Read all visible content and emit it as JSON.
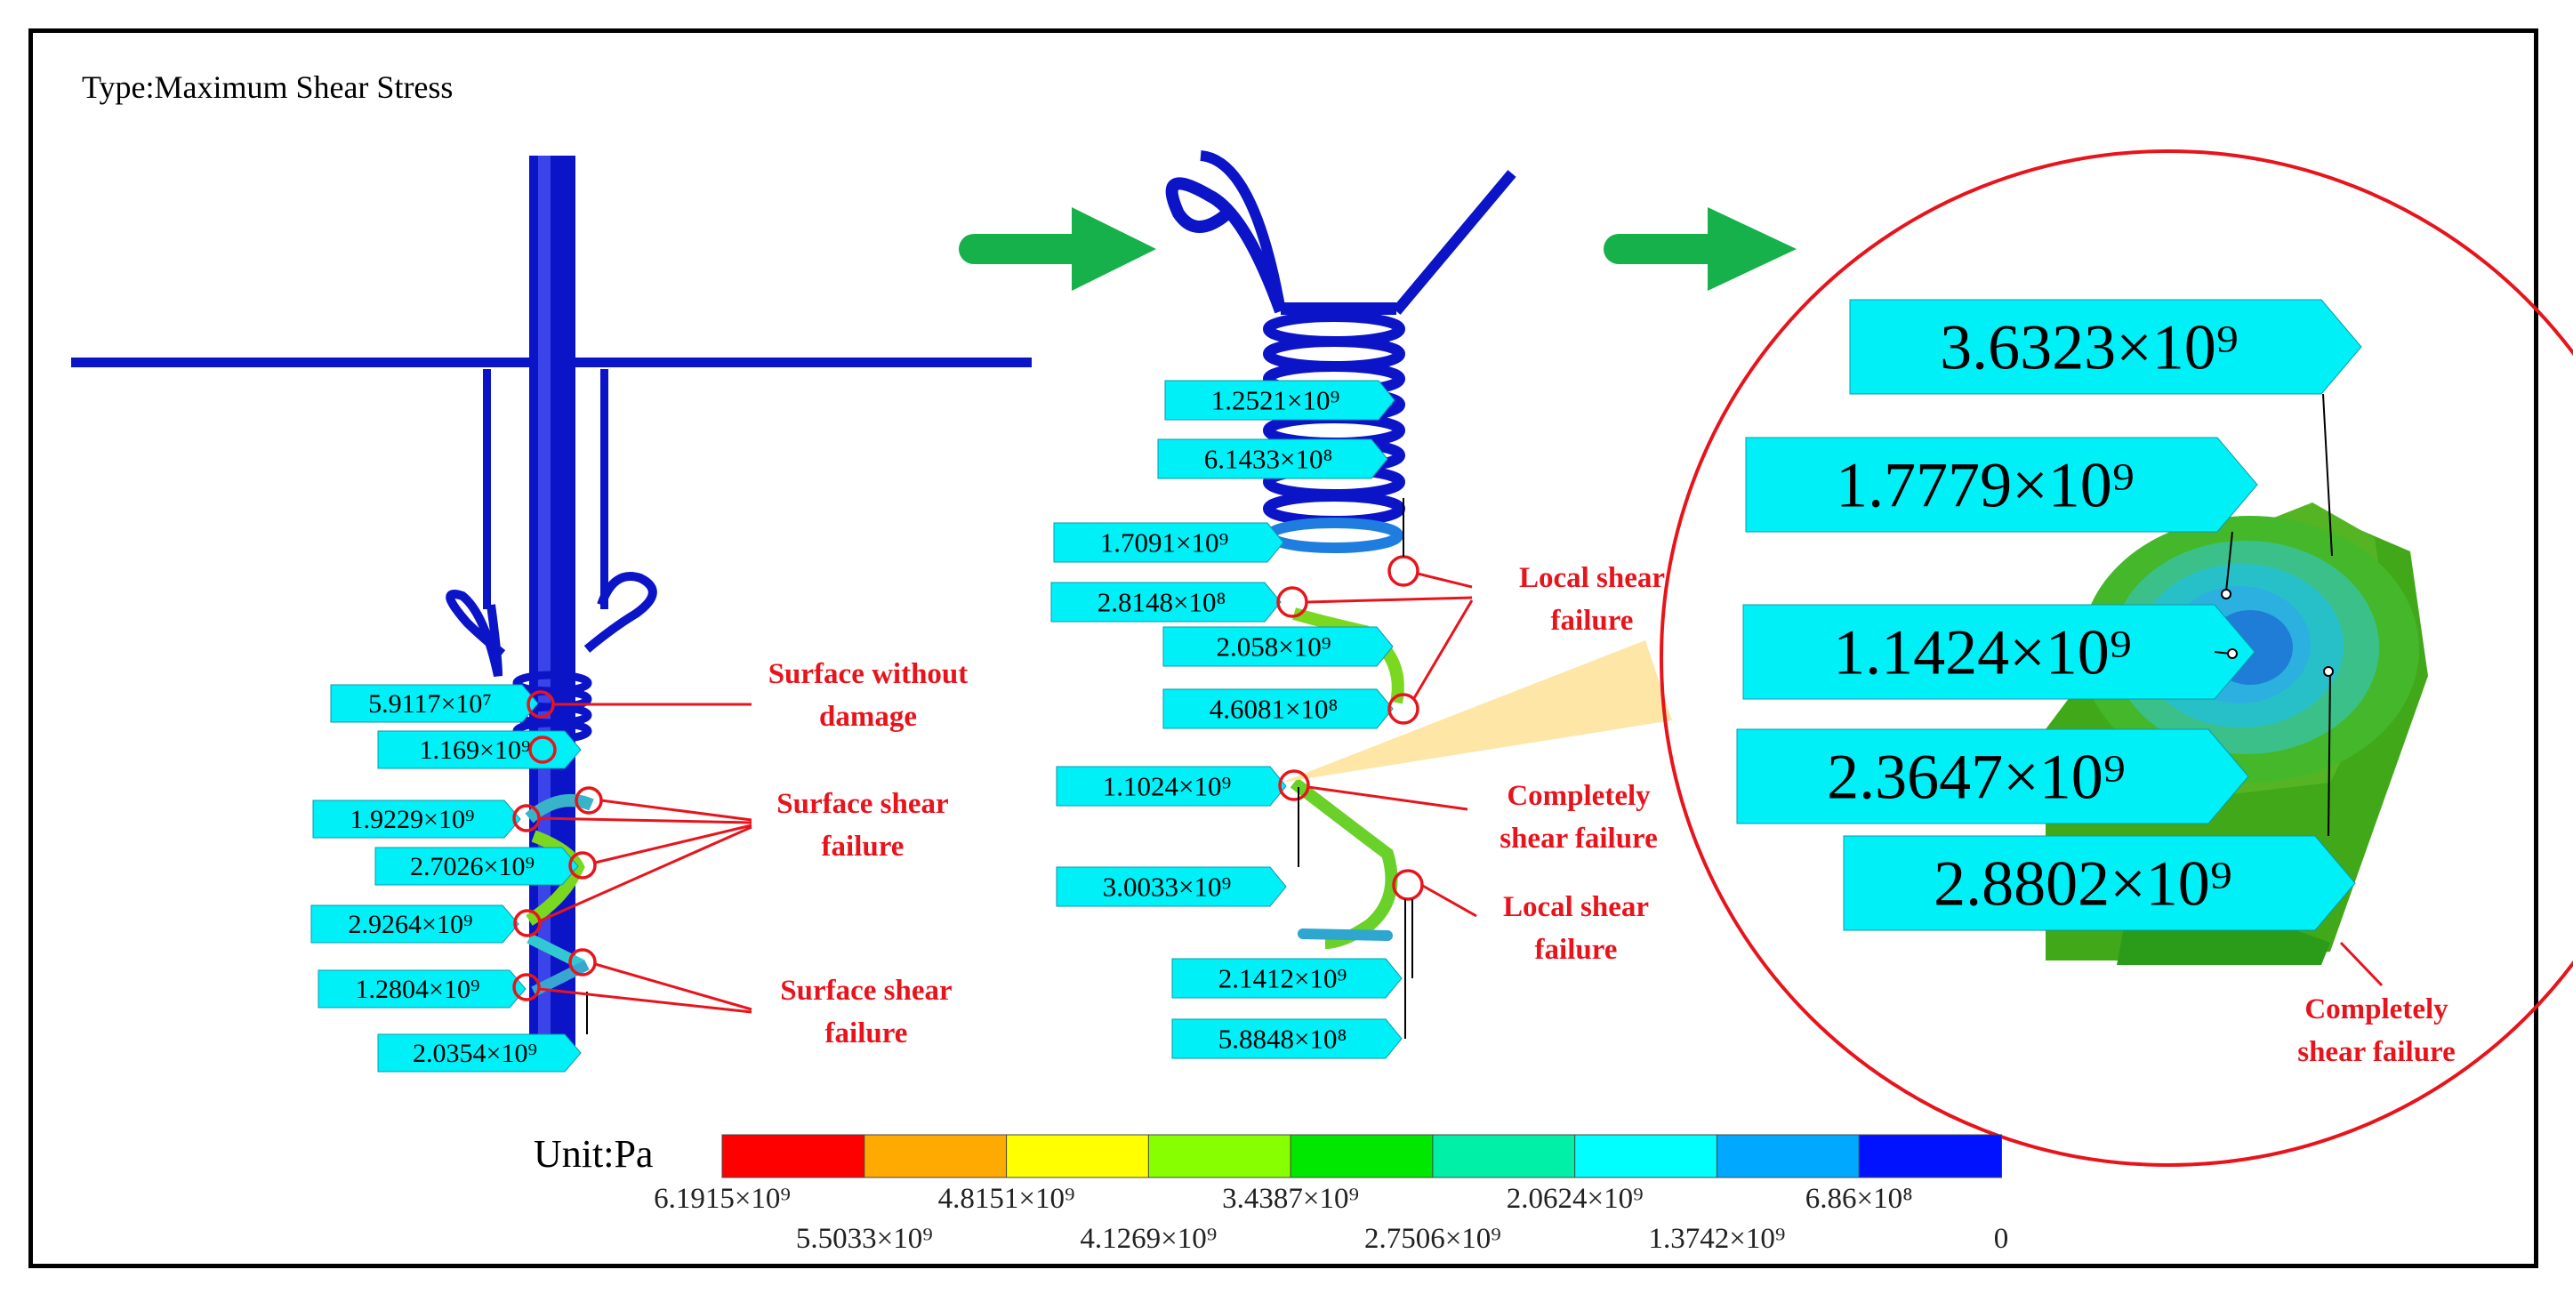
{
  "title": "Type:Maximum Shear Stress",
  "colors": {
    "tag_fill": "#00f0f8",
    "annotation_red": "#e8141c",
    "arrow_green": "#16b14b",
    "model_blue": "#0c14c8",
    "cone": "#fde6a6"
  },
  "legend": {
    "unit": "Unit:Pa",
    "bands": [
      "#ff0000",
      "#ffaa00",
      "#ffff00",
      "#88ff00",
      "#00e800",
      "#00f0a8",
      "#00ffff",
      "#00a8ff",
      "#0012ff"
    ],
    "ticks_top": [
      "6.1915×10⁹",
      "4.8151×10⁹",
      "3.4387×10⁹",
      "2.0624×10⁹",
      "6.86×10⁸"
    ],
    "ticks_bottom": [
      "5.5033×10⁹",
      "4.1269×10⁹",
      "2.7506×10⁹",
      "1.3742×10⁹",
      "0"
    ]
  },
  "panel1": {
    "tags": [
      "5.9117×10⁷",
      "1.169×10⁹",
      "1.9229×10⁹",
      "2.7026×10⁹",
      "2.9264×10⁹",
      "1.2804×10⁹",
      "2.0354×10⁹"
    ],
    "annotations": [
      {
        "line1": "Surface without",
        "line2": "damage"
      },
      {
        "line1": "Surface shear",
        "line2": "failure"
      },
      {
        "line1": "Surface shear",
        "line2": "failure"
      }
    ]
  },
  "panel2": {
    "tags": [
      "1.2521×10⁹",
      "6.1433×10⁸",
      "1.7091×10⁹",
      "2.8148×10⁸",
      "2.058×10⁹",
      "4.6081×10⁸",
      "1.1024×10⁹",
      "3.0033×10⁹",
      "2.1412×10⁹",
      "5.8848×10⁸"
    ],
    "annotations": [
      {
        "line1": "Local shear",
        "line2": "failure"
      },
      {
        "line1": "Completely",
        "line2": "shear failure"
      },
      {
        "line1": "Local shear",
        "line2": "failure"
      }
    ]
  },
  "panel3": {
    "tags": [
      "3.6323×10⁹",
      "1.7779×10⁹",
      "1.1424×10⁹",
      "2.3647×10⁹",
      "2.8802×10⁹"
    ],
    "annotation": {
      "line1": "Completely",
      "line2": "shear failure"
    }
  }
}
